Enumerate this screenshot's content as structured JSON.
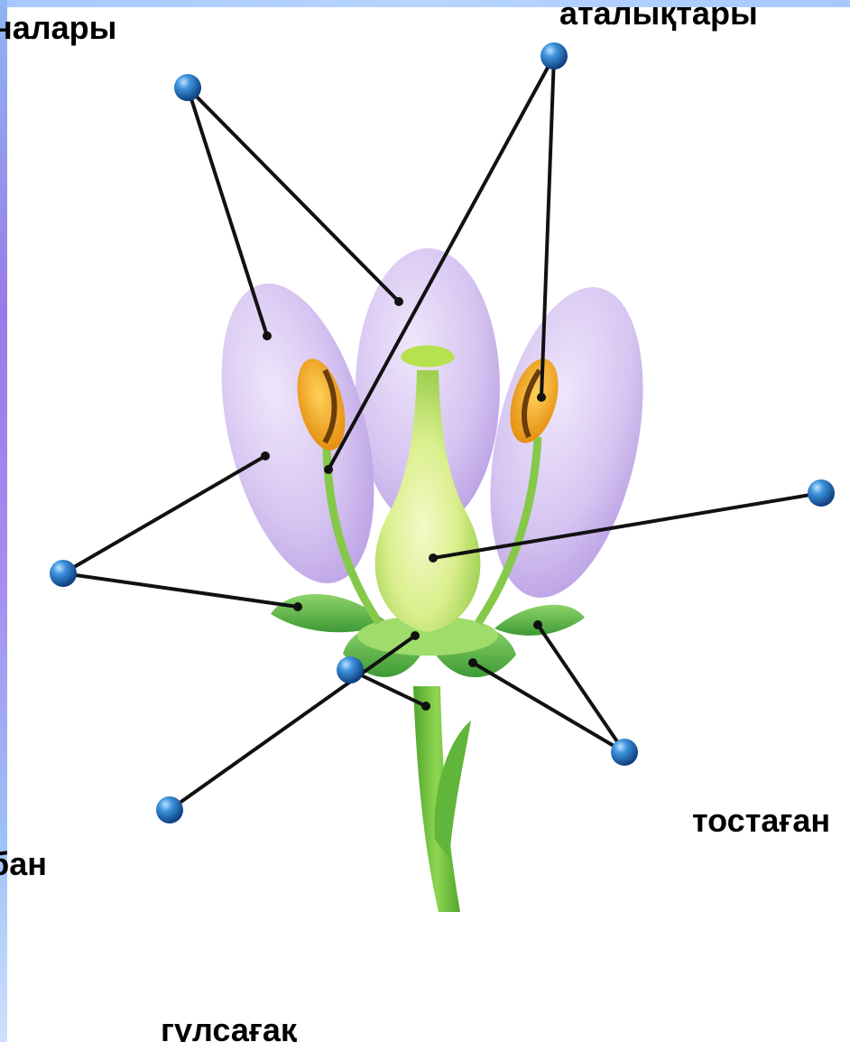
{
  "labels": {
    "petals": "налары",
    "stamens": "аталықтары",
    "receptacle": "тостаған",
    "pistil": "бан",
    "peduncle": "гүлсағақ"
  },
  "colors": {
    "petal": "#d9c8f2",
    "anther": "#f2a826",
    "pistil": "#d7ef8a",
    "sepal": "#5ab04a",
    "stem": "#74c63c",
    "pointer_line": "#111111",
    "marker_ball": "#1f6fb8"
  }
}
